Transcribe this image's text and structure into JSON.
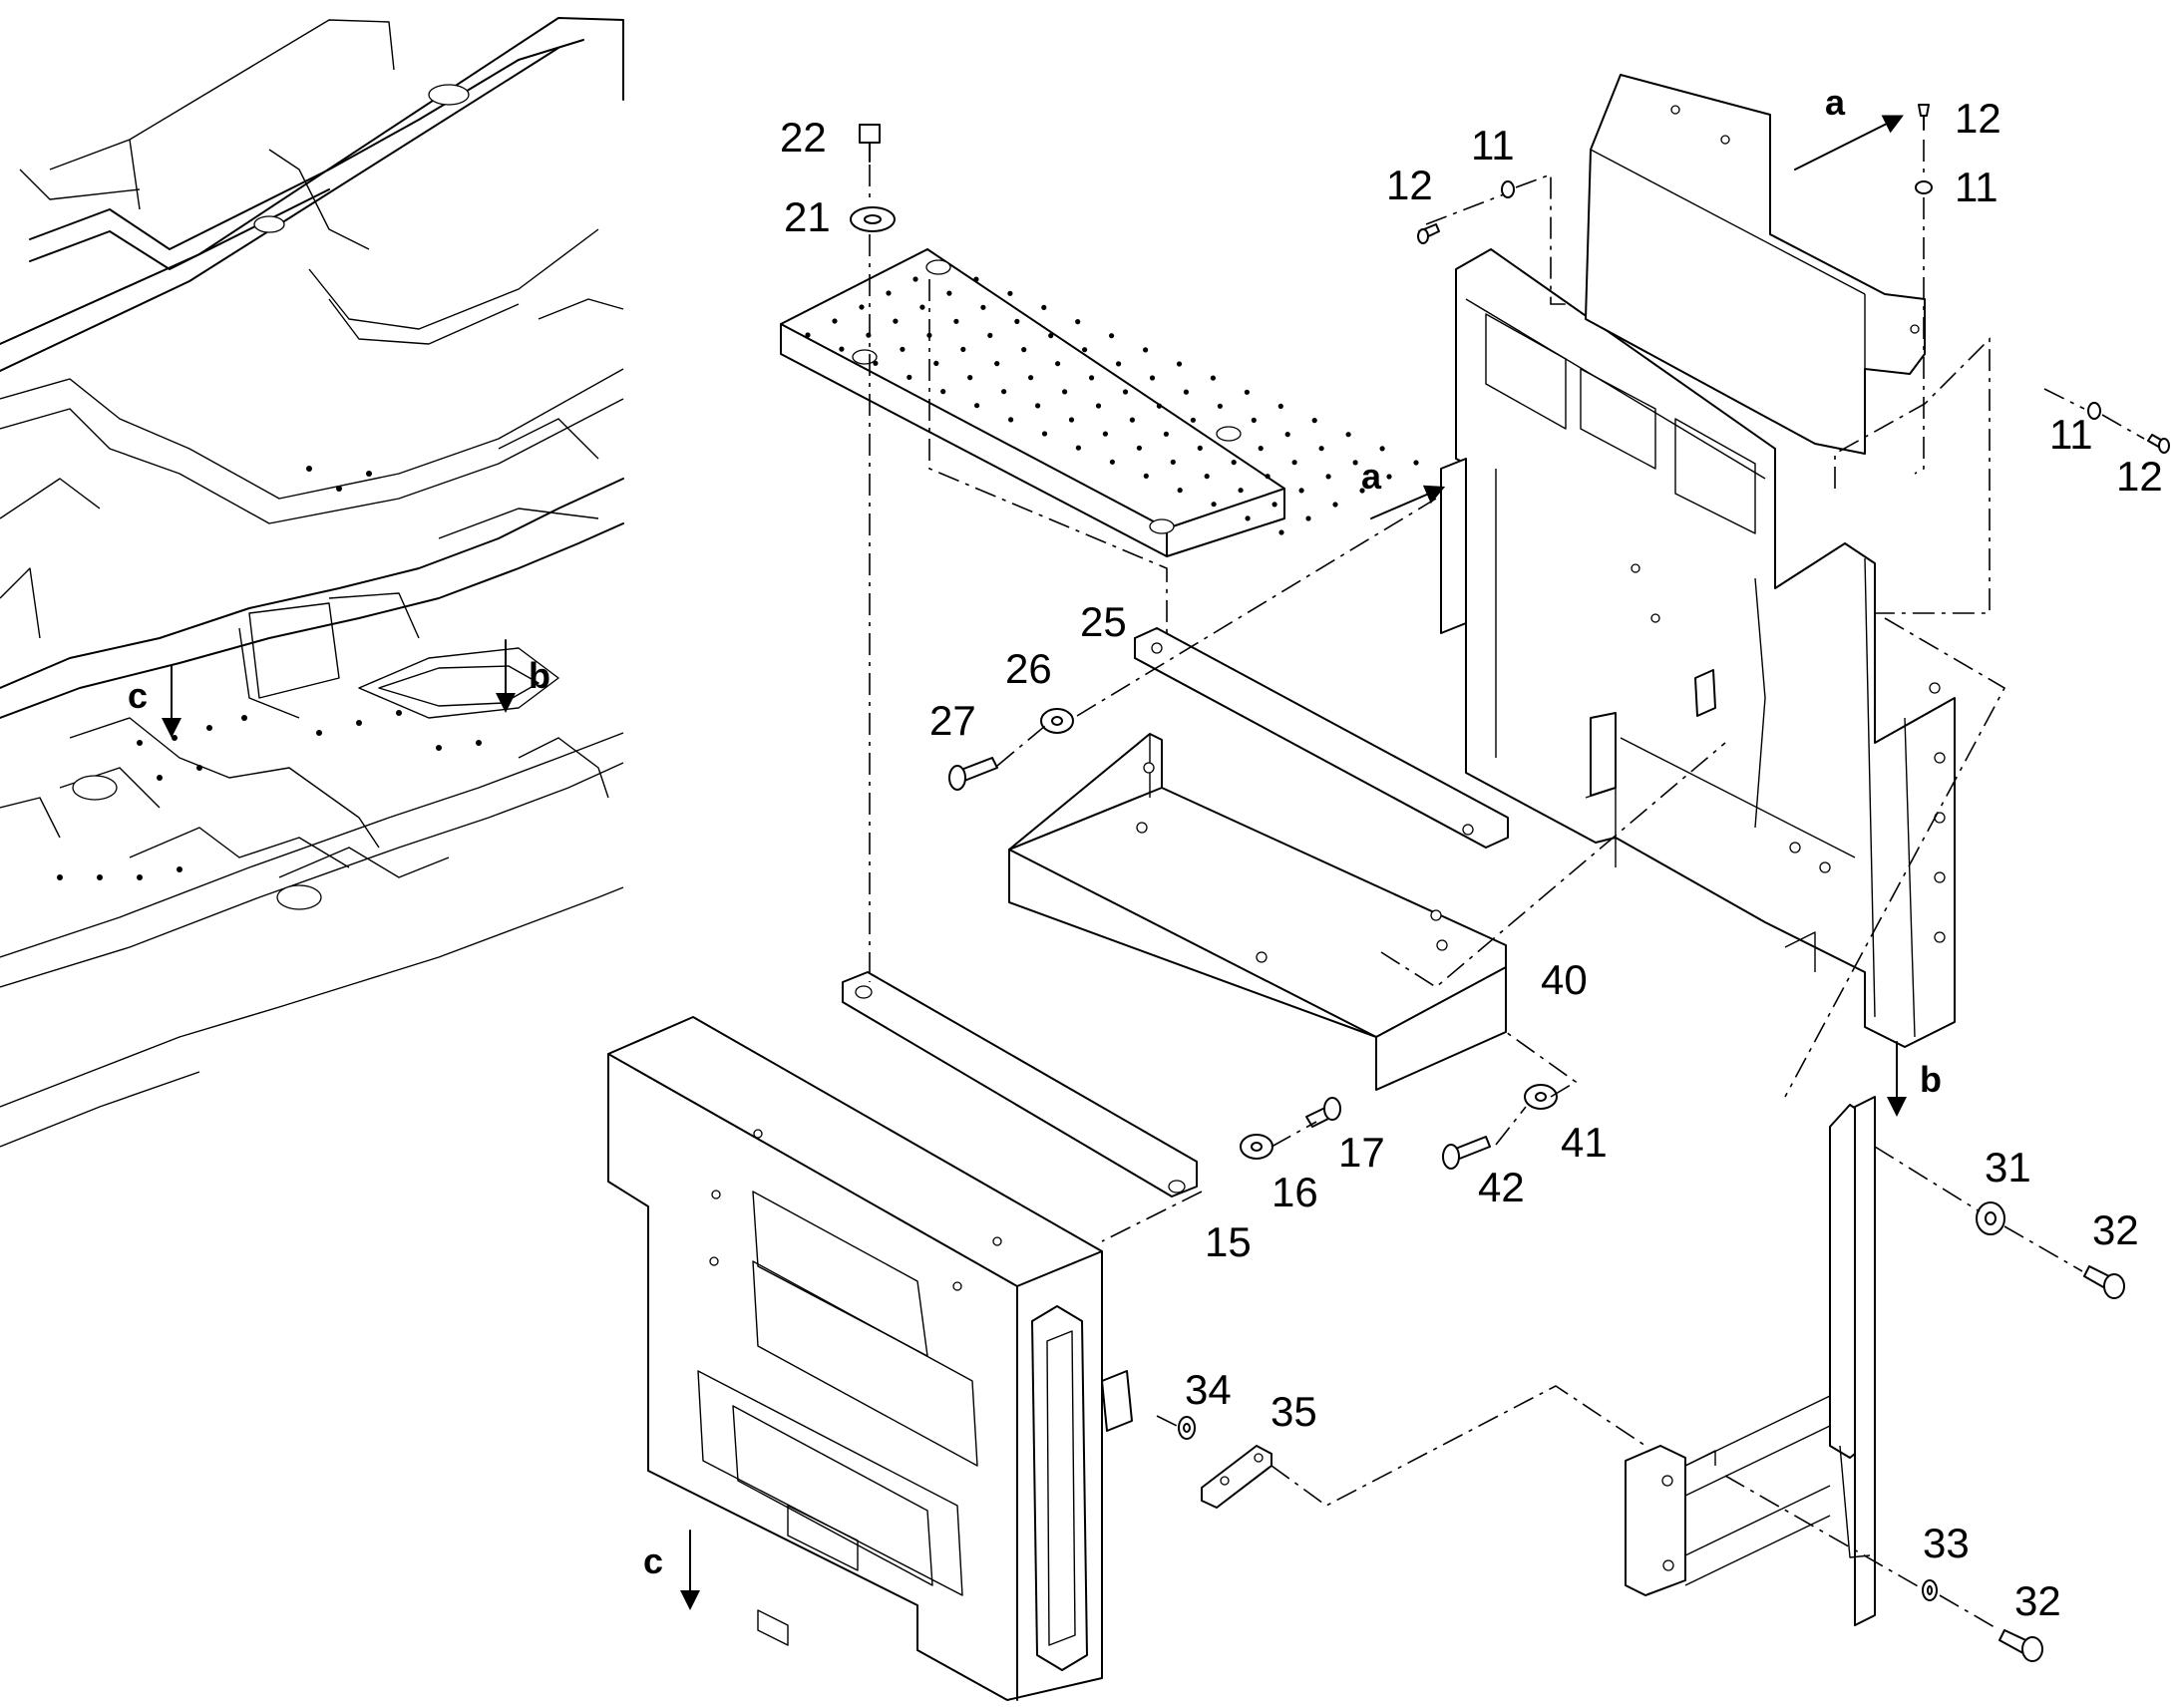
{
  "callouts": {
    "c11a": "11",
    "c11b": "11",
    "c11c": "11",
    "c12a": "12",
    "c12b": "12",
    "c12c": "12",
    "c15": "15",
    "c16": "16",
    "c17": "17",
    "c21": "21",
    "c22": "22",
    "c25": "25",
    "c26": "26",
    "c27": "27",
    "c31": "31",
    "c32a": "32",
    "c32b": "32",
    "c33": "33",
    "c34": "34",
    "c35": "35",
    "c40": "40",
    "c41": "41",
    "c42": "42"
  },
  "view_letters": {
    "a_top": "a",
    "a_mid": "a",
    "b_chassis": "b",
    "b_right": "b",
    "c_chassis": "c",
    "c_bottom": "c"
  }
}
